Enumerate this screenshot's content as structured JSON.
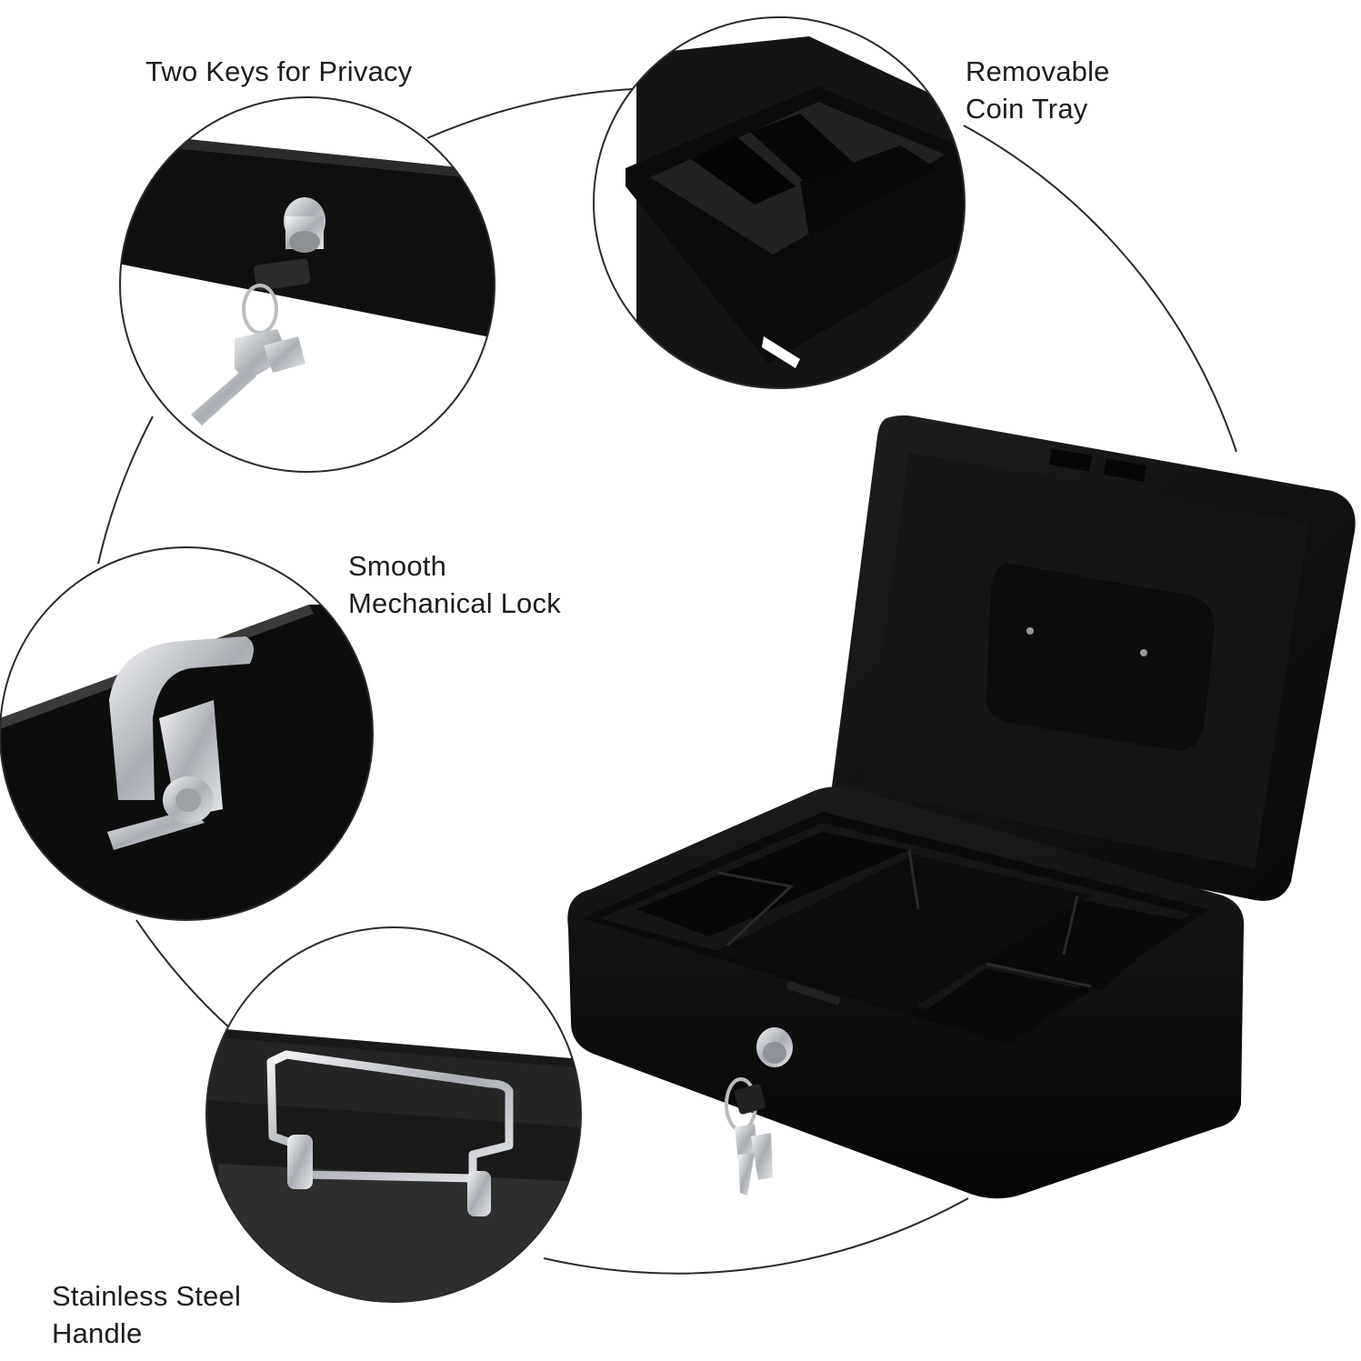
{
  "features": [
    {
      "id": "keys",
      "lines": [
        "Two Keys for Privacy"
      ]
    },
    {
      "id": "tray",
      "lines": [
        "Removable",
        "Coin Tray"
      ]
    },
    {
      "id": "lock",
      "lines": [
        "Smooth",
        "Mechanical Lock"
      ]
    },
    {
      "id": "handle",
      "lines": [
        "Stainless Steel",
        "Handle"
      ]
    }
  ],
  "colors": {
    "background": "#ffffff",
    "product_black": "#111111",
    "connector_line": "#2a2a2a",
    "metal_chrome": "#c9ccd0"
  }
}
